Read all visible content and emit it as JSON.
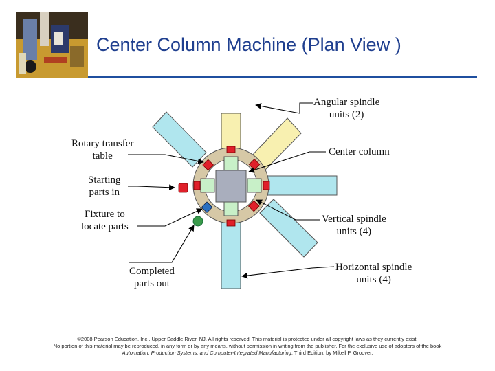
{
  "title": "Center Column Machine (Plan View )",
  "labels": {
    "angular": [
      "Angular spindle",
      "units (2)"
    ],
    "rotary": [
      "Rotary transfer",
      "table"
    ],
    "center_column": [
      "Center column"
    ],
    "starting": [
      "Starting",
      "parts in"
    ],
    "fixture": [
      "Fixture to",
      "locate parts"
    ],
    "vertical": [
      "Vertical spindle",
      "units (4)"
    ],
    "completed": [
      "Completed",
      "parts out"
    ],
    "horizontal": [
      "Horizontal spindle",
      "units (4)"
    ]
  },
  "footer": {
    "line1": "©2008 Pearson Education, Inc., Upper Saddle River, NJ. All rights reserved. This material is protected under all copyright laws as they currently exist.",
    "line2": "No portion of this material may be reproduced, in any form or by any means, without permission in writing from the publisher. For the exclusive use of adopters of the book",
    "line3_italic": "Automation, Production Systems, and Computer-Integrated Manufacturing",
    "line3_rest": ", Third Edition, by Mikell P. Groover."
  },
  "colors": {
    "title": "#1f3f8f",
    "rule": "#1f4f9f",
    "spindle_arm": "#b0e6ee",
    "angular_arm": "#f8f0b0",
    "table_ring": "#d6c8a6",
    "center_column": "#a9aebd",
    "vertical_spindle": "#c8f0c8",
    "part": "#e0202a",
    "fixture_blue": "#2a6fc0",
    "completed_part": "#3a9a4a"
  },
  "icons": [
    "header-photo-image",
    "arrow-icon"
  ]
}
